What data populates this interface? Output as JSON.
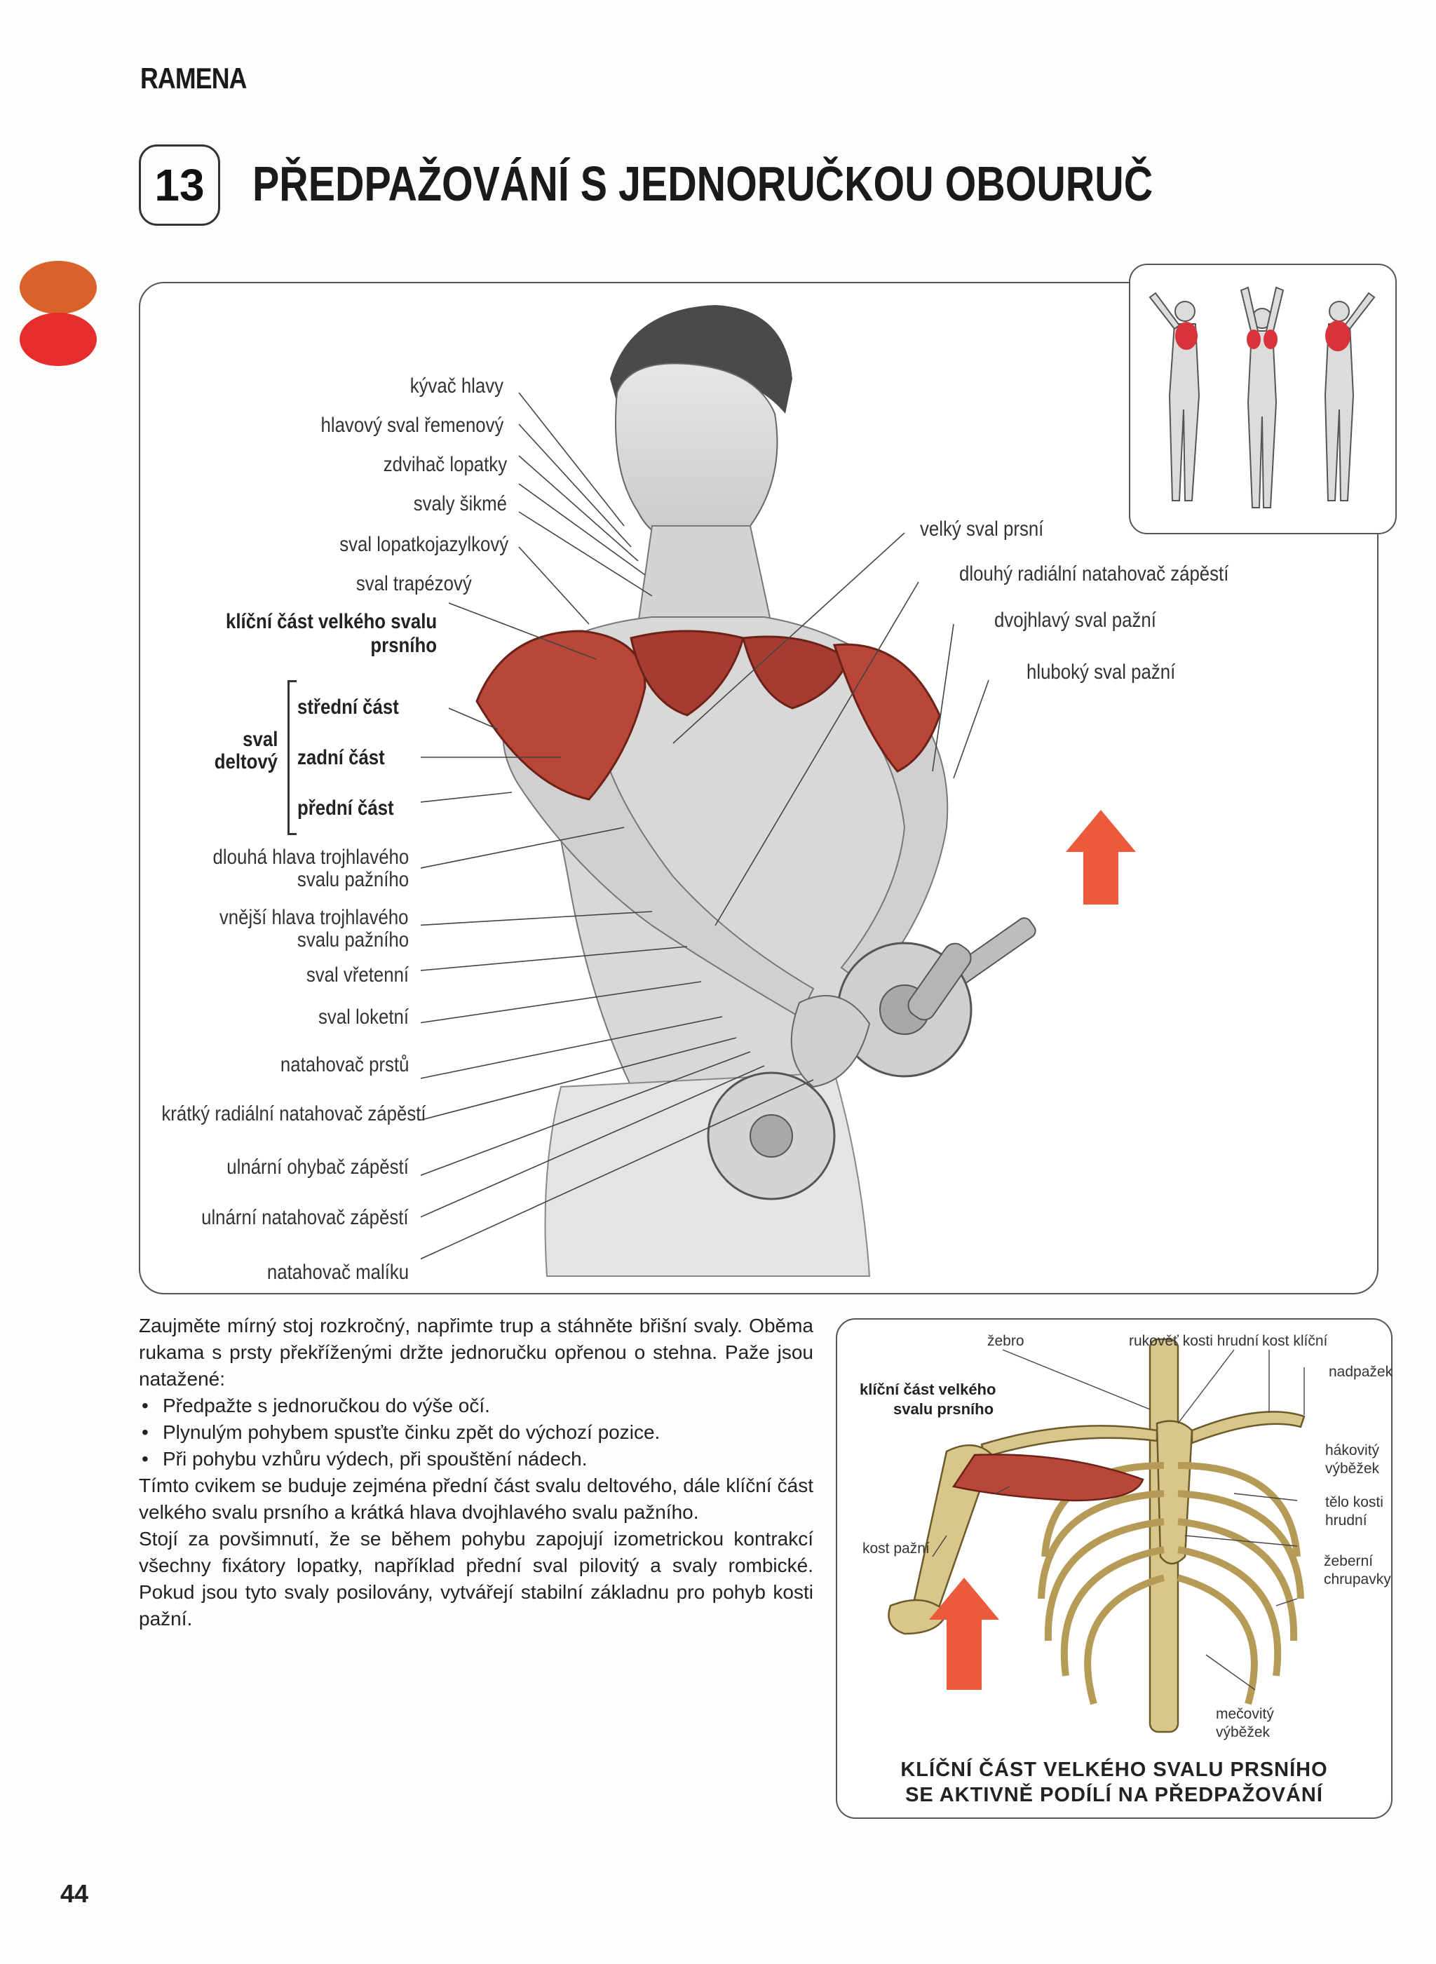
{
  "page": {
    "section": "RAMENA",
    "exercise_number": "13",
    "exercise_title": "PŘEDPAŽOVÁNÍ S JEDNORUČKOU OBOURUČ",
    "page_number": "44"
  },
  "left_labels": [
    {
      "text": "kývač hlavy",
      "bold": false
    },
    {
      "text": "hlavový sval řemenový",
      "bold": false
    },
    {
      "text": "zdvihač lopatky",
      "bold": false
    },
    {
      "text": "svaly šikmé",
      "bold": false
    },
    {
      "text": "sval lopatkojazylkový",
      "bold": false
    },
    {
      "text": "sval trapézový",
      "bold": false
    },
    {
      "text": "klíční část velkého svalu",
      "bold": true
    },
    {
      "text": "prsního",
      "bold": true
    },
    {
      "text": "dlouhá hlava trojhlavého",
      "bold": false
    },
    {
      "text": "svalu pažního",
      "bold": false
    },
    {
      "text": "vnější hlava trojhlavého",
      "bold": false
    },
    {
      "text": "svalu pažního",
      "bold": false
    },
    {
      "text": "sval vřetenní",
      "bold": false
    },
    {
      "text": "sval loketní",
      "bold": false
    },
    {
      "text": "natahovač prstů",
      "bold": false
    },
    {
      "text": "krátký radiální natahovač zápěstí",
      "bold": false
    },
    {
      "text": "ulnární ohybač zápěstí",
      "bold": false
    },
    {
      "text": "ulnární natahovač zápěstí",
      "bold": false
    },
    {
      "text": "natahovač malíku",
      "bold": false
    }
  ],
  "deltoid": {
    "group_label_1": "sval",
    "group_label_2": "deltový",
    "parts": [
      "střední část",
      "zadní část",
      "přední část"
    ]
  },
  "right_labels": [
    "velký sval prsní",
    "dlouhý radiální natahovač zápěstí",
    "dvojhlavý sval pažní",
    "hluboký sval pažní"
  ],
  "body": {
    "intro": "Zaujměte mírný stoj rozkročný, napřimte trup a stáhněte břišní svaly. Oběma rukama s prsty překříženými držte jednoručku opřenou o stehna. Paže jsou natažené:",
    "steps": [
      "Předpažte s jednoručkou do výše očí.",
      "Plynulým pohybem spusťte činku zpět do výchozí pozice.",
      "Při pohybu vzhůru výdech, při spouštění nádech."
    ],
    "p2": "Tímto cvikem se buduje zejména přední část svalu deltového, dále klíční část velkého svalu prsního a krátká hlava dvojhlavého svalu pažního.",
    "p3": "Stojí za povšimnutí, že se během pohybu zapojují izometrickou kontrakcí všechny fixátory lopatky, například přední sval pilovitý a svaly rombické. Pokud jsou tyto svaly posilovány, vytvářejí stabilní základnu pro pohyb kosti pažní."
  },
  "inset": {
    "labels": {
      "zebro": "žebro",
      "rukovet": "rukověť kosti hrudní",
      "kost_klicni": "kost klíční",
      "nadpazek": "nadpažek",
      "klicni_cast_1": "klíční část velkého",
      "klicni_cast_2": "svalu prsního",
      "hakovity_1": "hákovitý",
      "hakovity_2": "výběžek",
      "telo_1": "tělo kosti",
      "telo_2": "hrudní",
      "kost_pazni": "kost pažní",
      "zeberni_1": "žeberní",
      "zeberni_2": "chrupavky",
      "mecovity_1": "mečovitý",
      "mecovity_2": "výběžek"
    },
    "caption_1": "KLÍČNÍ ČÁST VELKÉHO SVALU PRSNÍHO",
    "caption_2": "SE AKTIVNĚ PODÍLÍ NA PŘEDPAŽOVÁNÍ"
  },
  "colors": {
    "muscle_red": "#b8473a",
    "accent_orange": "#d9622b",
    "accent_red": "#e52d2d",
    "bone": "#d9c68a"
  }
}
